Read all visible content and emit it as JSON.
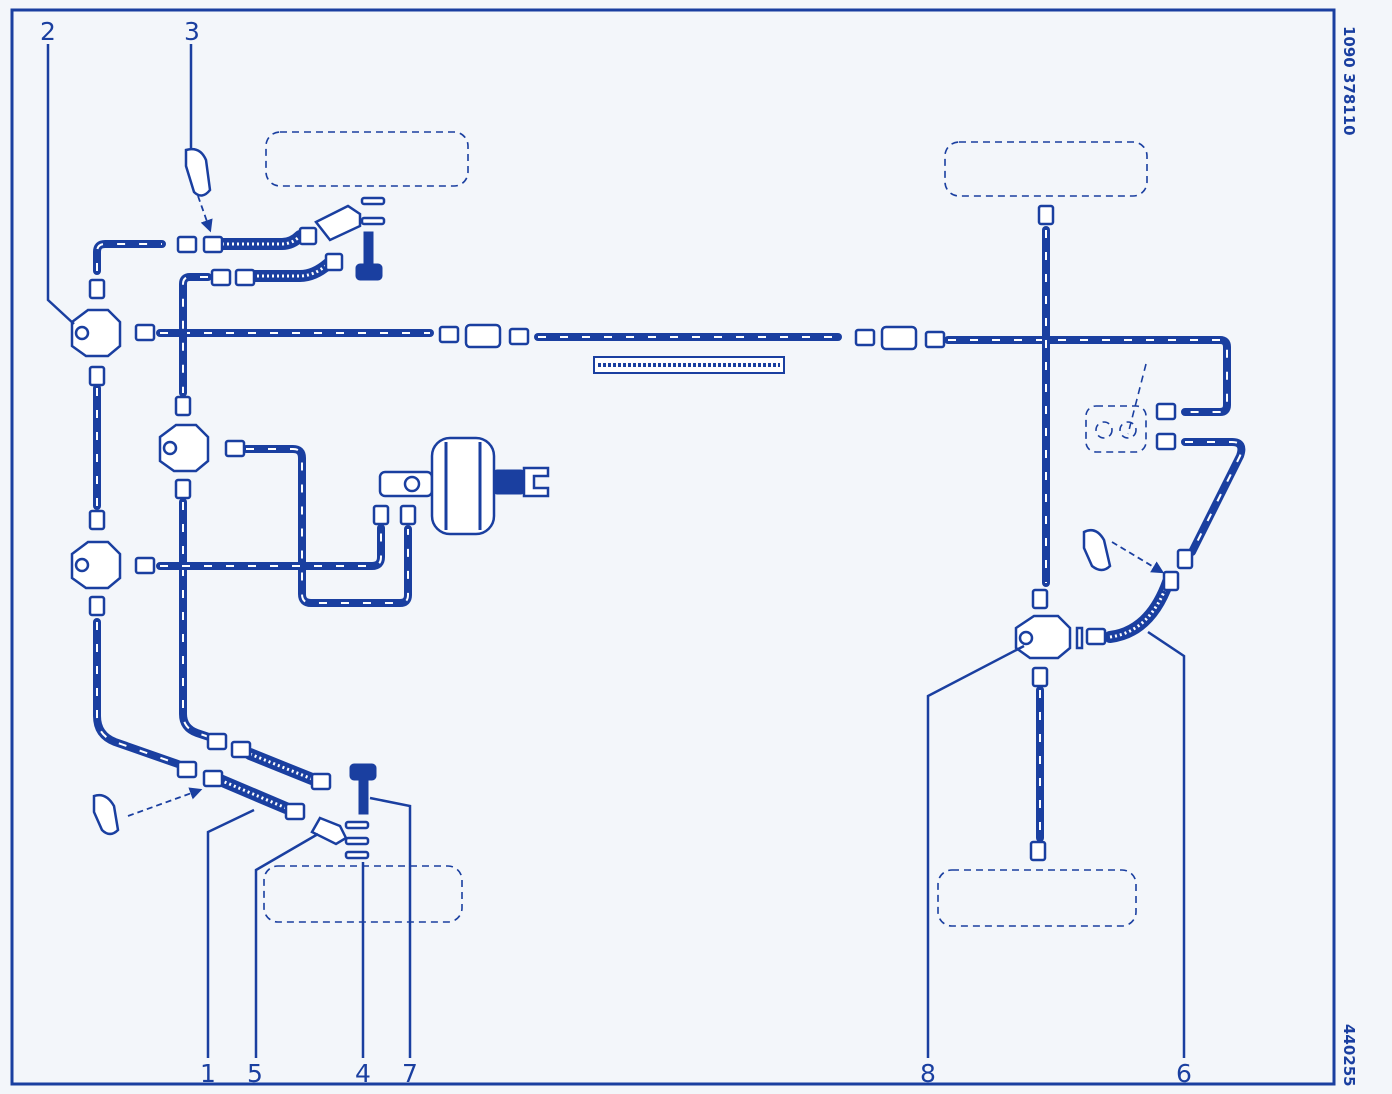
{
  "callouts": {
    "top": [
      "2",
      "3"
    ],
    "bottom": [
      "1",
      "5",
      "4",
      "7",
      "8",
      "6"
    ]
  },
  "side_codes": {
    "code_top": "1090  378110",
    "code_bottom": "440255"
  },
  "colors": {
    "line": "#1a3fa0",
    "paper": "#f3f6fa"
  }
}
